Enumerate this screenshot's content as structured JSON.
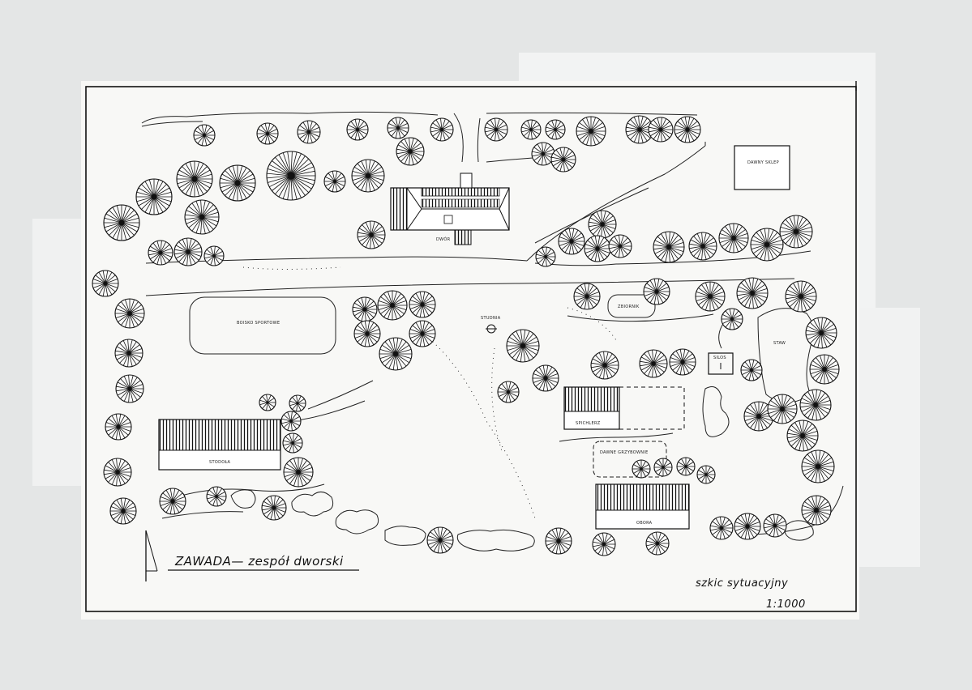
{
  "title": "ZAWADA— zespół dworski",
  "subtitle": "szkic sytuacyjny",
  "scale": "1:1000",
  "labels": {
    "manor": "DWÓR",
    "cellar": "DAWNY SKLEP",
    "sports": "BOISKO SPORTOWE",
    "well": "STUDNIA",
    "tank": "ZBIORNIK",
    "pond": "STAW",
    "silo": "SILOS",
    "granary": "SPICHLERZ",
    "former_greenhouses": "DAWNE GRZYBOWNIE",
    "barn": "STODOŁA",
    "cowshed": "OBORA"
  }
}
